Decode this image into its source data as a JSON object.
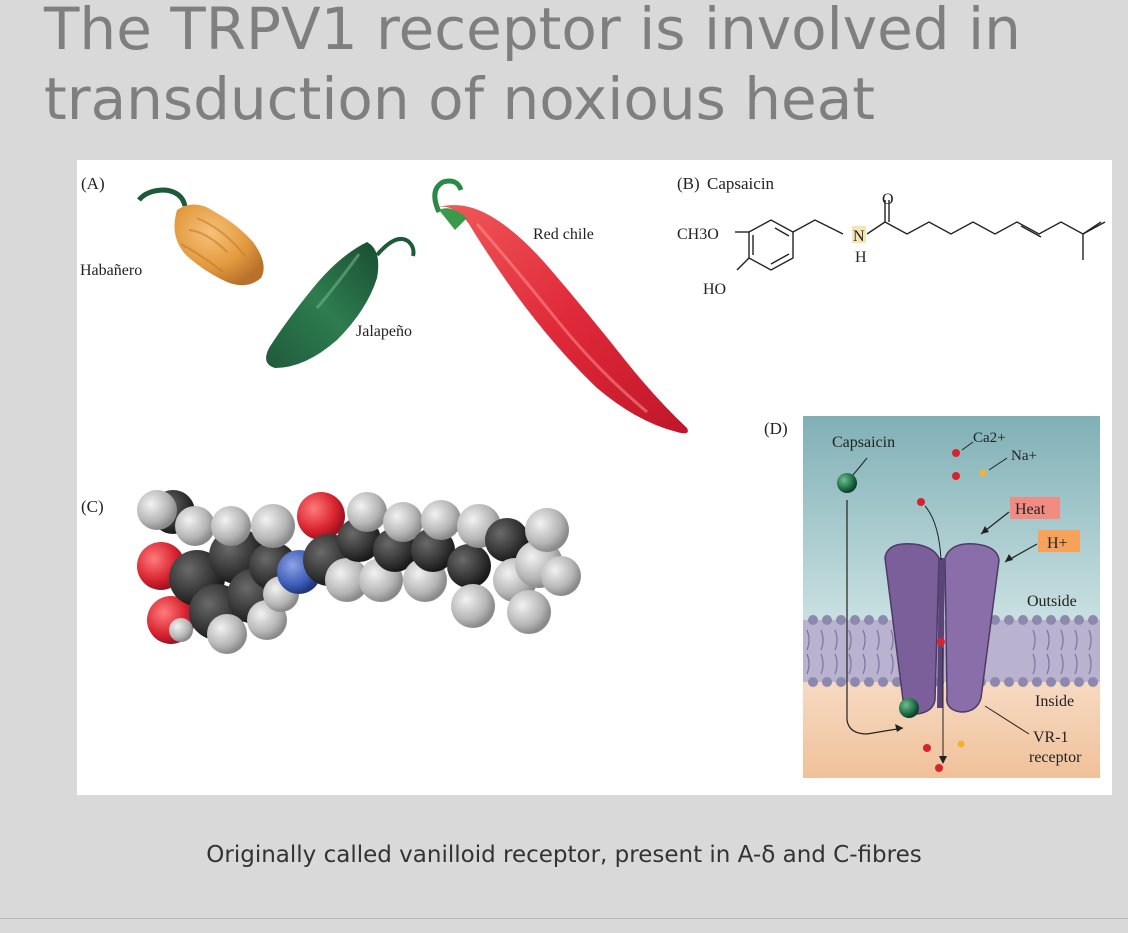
{
  "slide": {
    "title_line1": "The TRPV1 receptor is involved in",
    "title_line2": "transduction of noxious heat",
    "caption": "Originally called vanilloid receptor, present in A-δ and C-fibres"
  },
  "figure": {
    "panel_a": {
      "label": "(A)",
      "habanero": "Habañero",
      "jalapeno": "Jalapeño",
      "red_chile": "Red chile"
    },
    "panel_b": {
      "label": "(B)",
      "title": "Capsaicin",
      "ch3o": "CH3O",
      "ho": "HO",
      "o": "O",
      "n": "N",
      "h": "H"
    },
    "panel_c": {
      "label": "(C)"
    },
    "panel_d": {
      "label": "(D)",
      "capsaicin": "Capsaicin",
      "ca": "Ca2+",
      "na": "Na+",
      "heat": "Heat",
      "h_plus": "H+",
      "outside": "Outside",
      "inside": "Inside",
      "receptor_line1": "VR-1",
      "receptor_line2": "receptor"
    },
    "colors": {
      "heat_box": "#f28b82",
      "h_box": "#f6a25a",
      "receptor": "#7b5f9a",
      "outside_top": "#8fb8bd",
      "inside": "#f3c9a8"
    }
  }
}
